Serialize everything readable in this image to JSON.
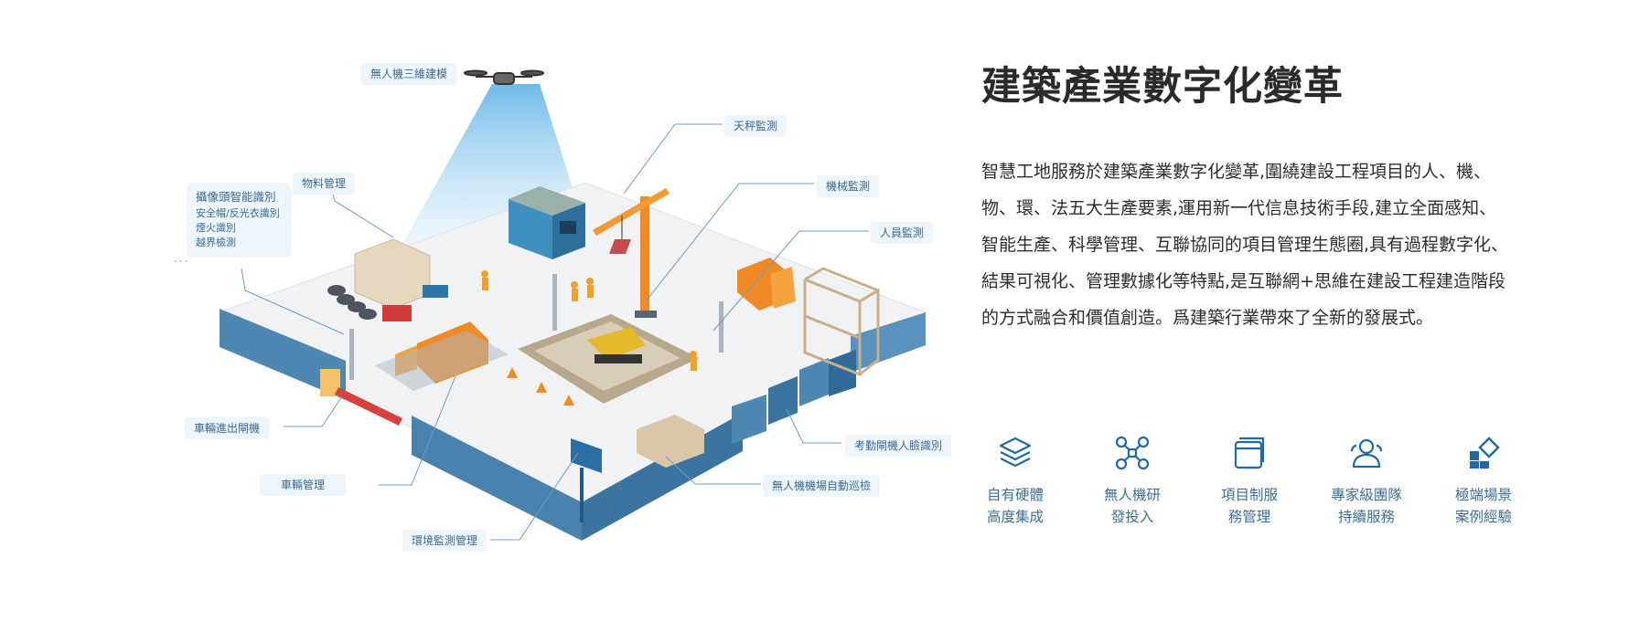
{
  "callouts": {
    "drone_model": "無人機三維建模",
    "crane_monitor": "天秤監測",
    "material_mgmt": "物料管理",
    "machine_monitor": "機械監測",
    "personnel_monitor": "人員監測",
    "camera_ai_title": "攝像頭智能識別",
    "camera_ai_items": [
      "安全帽/反光衣識別",
      "煙火識別",
      "越界檢測"
    ],
    "vehicle_gate": "車輛進出閘機",
    "vehicle_mgmt": "車輛管理",
    "attendance_face": "考勤閘機人臉識別",
    "drone_airport": "無人機機場自動巡檢",
    "env_monitor": "環境監測管理",
    "ellipsis": "..."
  },
  "heading": "建築產業數字化變革",
  "paragraph": "智慧工地服務於建築產業數字化變革,圍繞建設工程項目的人、機、物、環、法五大生產要素,運用新一代信息技術手段,建立全面感知、智能生產、科學管理、互聯協同的項目管理生態圈,具有過程數字化、結果可視化、管理數據化等特點,是互聯網+思維在建設工程建造階段的方式融合和價值創造。爲建築行業帶來了全新的發展式。",
  "features": [
    {
      "icon": "layers-icon",
      "line1": "自有硬體",
      "line2": "高度集成"
    },
    {
      "icon": "drone-icon",
      "line1": "無人機研",
      "line2": "發投入"
    },
    {
      "icon": "project-icon",
      "line1": "項目制服",
      "line2": "務管理"
    },
    {
      "icon": "team-icon",
      "line1": "專家級團隊",
      "line2": "持續服務"
    },
    {
      "icon": "scenario-icon",
      "line1": "極端場景",
      "line2": "案例經驗"
    }
  ],
  "colors": {
    "accent": "#1e6aa6",
    "wall": "#4f87b3",
    "callout_bg": "#eef5fb",
    "callout_text": "#3a6a92"
  }
}
